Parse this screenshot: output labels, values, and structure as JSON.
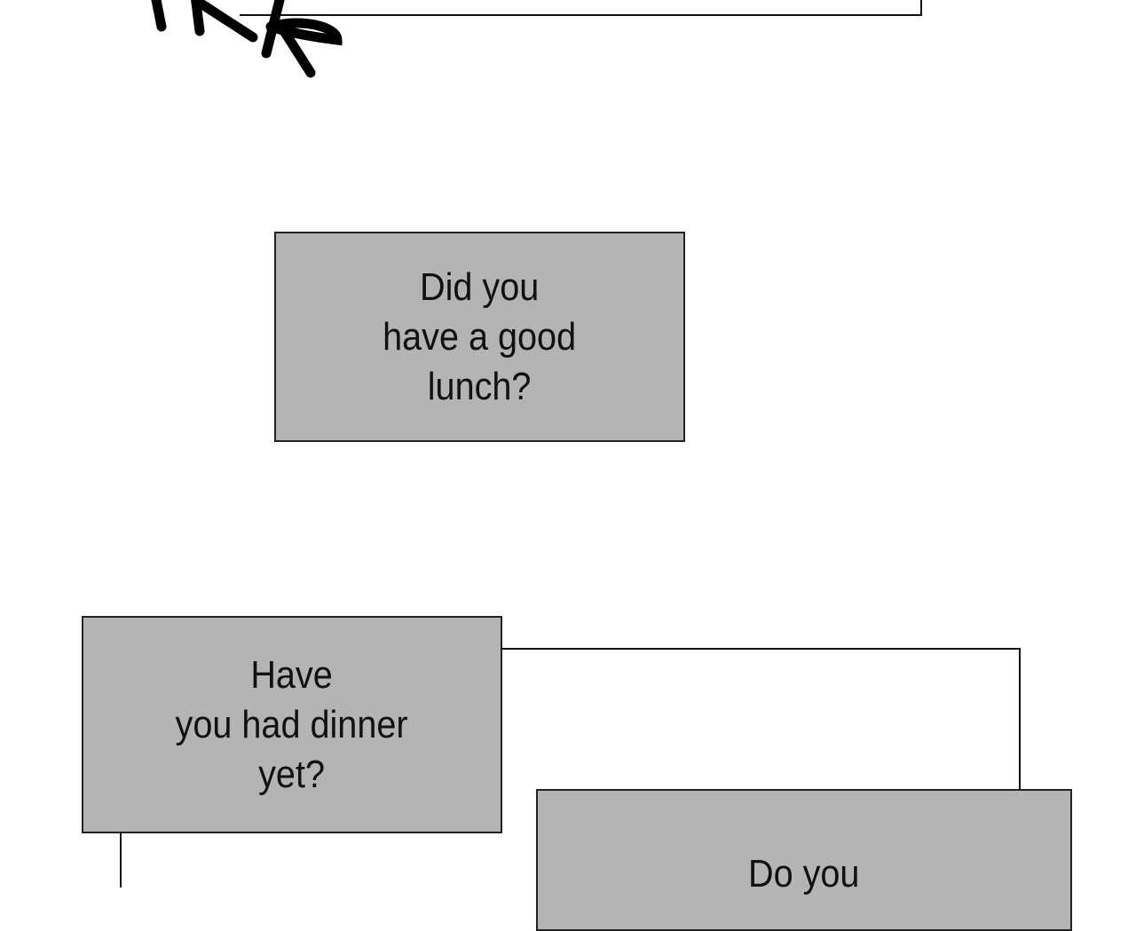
{
  "bubbles": [
    {
      "text": "Did you\nhave a good\nlunch?"
    },
    {
      "text": "Have\nyou had dinner\nyet?"
    },
    {
      "text": "Do you"
    }
  ],
  "colors": {
    "bubble_fill": "#b4b4b4",
    "line": "#111111",
    "background": "#ffffff"
  },
  "sfx_icon": "scribble-sound-effect"
}
